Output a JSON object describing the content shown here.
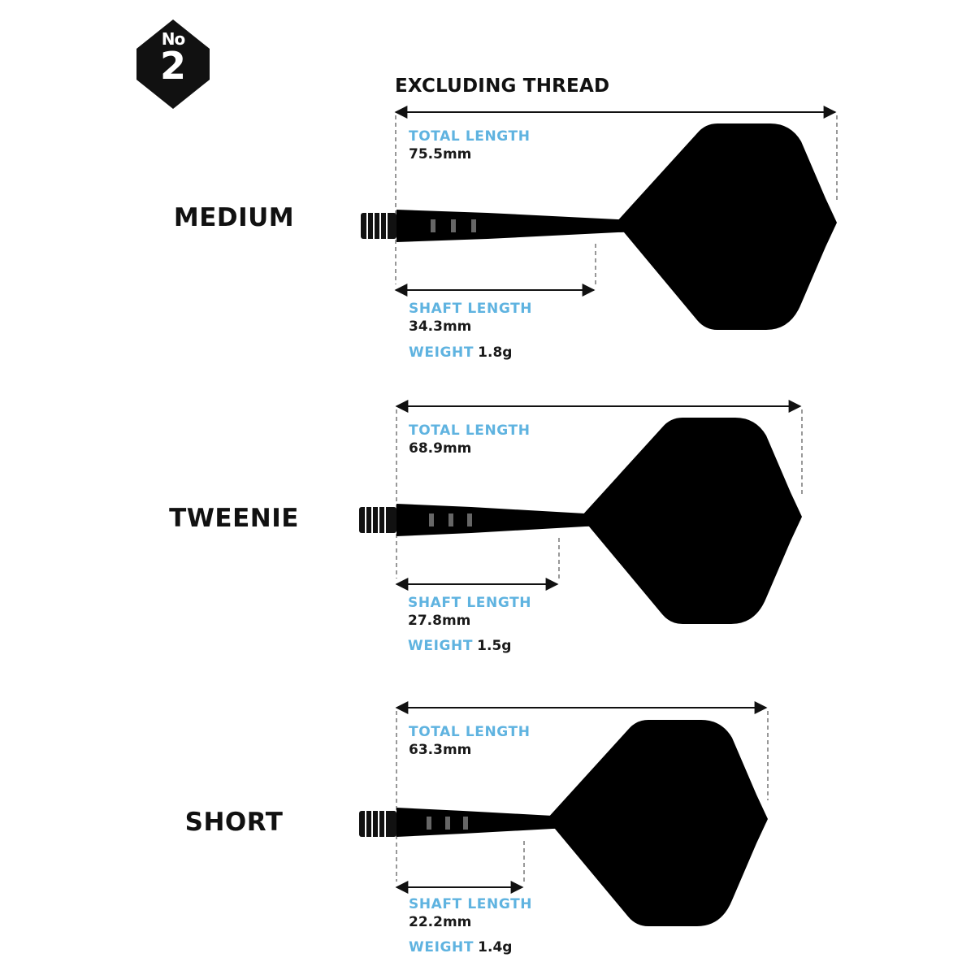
{
  "badge": {
    "no": "No",
    "number": "2"
  },
  "heading": "EXCLUDING THREAD",
  "labels": {
    "total_length": "TOTAL LENGTH",
    "shaft_length": "SHAFT LENGTH",
    "weight": "WEIGHT"
  },
  "variants": [
    {
      "name": "MEDIUM",
      "total_length": "75.5mm",
      "shaft_length": "34.3mm",
      "weight": "1.8g"
    },
    {
      "name": "TWEENIE",
      "total_length": "68.9mm",
      "shaft_length": "27.8mm",
      "weight": "1.5g"
    },
    {
      "name": "SHORT",
      "total_length": "63.3mm",
      "shaft_length": "22.2mm",
      "weight": "1.4g"
    }
  ],
  "colors": {
    "accent": "#5fb3e0",
    "ink": "#111111",
    "product": "#000000"
  }
}
